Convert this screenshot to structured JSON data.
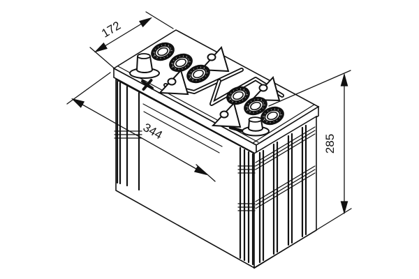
{
  "canvas": {
    "background": "#ffffff",
    "line_color": "#111111"
  },
  "dimensions": {
    "width": {
      "label": "172"
    },
    "length": {
      "label": "344"
    },
    "height": {
      "label": "285"
    }
  },
  "polarity": {
    "positive": "+",
    "negative": "−"
  }
}
